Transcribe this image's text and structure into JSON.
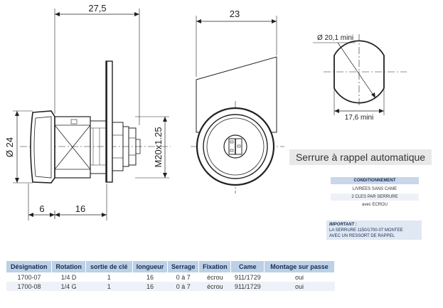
{
  "dimensions": {
    "total_length": "27,5",
    "diameter_left": "Ø 24",
    "flange": "6",
    "body_length": "16",
    "thread": "M20x1.25",
    "width_side": "23",
    "diameter_min": "Ø 20,1 mini",
    "width_min": "17,6 mini"
  },
  "title": "Serrure à rappel automatique",
  "conditionnement": {
    "header": "CONDITIONNEMENT",
    "rows": [
      "LIVREES SANS CAME",
      "2 CLES PAR SERRURE",
      "avec ECROU"
    ]
  },
  "important": {
    "title": "IMPORTANT :",
    "line1": "LA SERRURE 1150/1700-07 MONTEE",
    "line2": "AVEC UN RESSORT DE RAPPEL"
  },
  "table": {
    "headers": [
      "Désignation",
      "Rotation",
      "sortie de clé",
      "longueur",
      "Serrage",
      "Fixation",
      "Came",
      "Montage sur passe"
    ],
    "rows": [
      [
        "1700-07",
        "1/4 D",
        "1",
        "16",
        "0 à 7",
        "écrou",
        "911/1729",
        "oui"
      ],
      [
        "1700-08",
        "1/4 G",
        "1",
        "16",
        "0 à 7",
        "écrou",
        "911/1729",
        "oui"
      ]
    ]
  },
  "colors": {
    "table_header": "#bcd0e6",
    "conditionnement_header": "#c8d7ea",
    "important_bg": "#dfe8f3"
  }
}
